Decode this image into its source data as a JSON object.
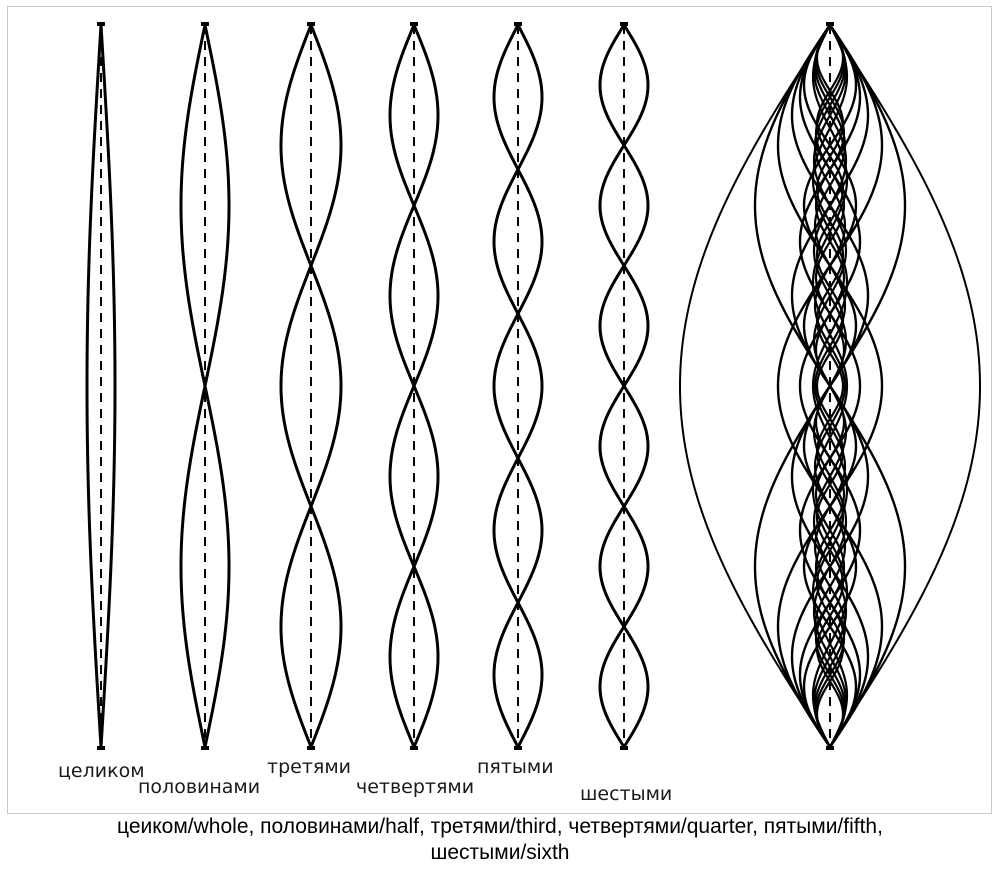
{
  "figure": {
    "modes": [
      {
        "n": 1,
        "label": "целиком"
      },
      {
        "n": 2,
        "label": "половинами"
      },
      {
        "n": 3,
        "label": "третями"
      },
      {
        "n": 4,
        "label": "четвертями"
      },
      {
        "n": 5,
        "label": "пятыми"
      },
      {
        "n": 6,
        "label": "шестыми"
      }
    ],
    "superposition_modes": [
      1,
      2,
      3,
      4,
      5,
      6
    ]
  },
  "caption": {
    "line1": "цеиком/whole, половинами/half, третями/third, четвертями/quarter, пятыми/fifth,",
    "line2": "шестыми/sixth"
  }
}
